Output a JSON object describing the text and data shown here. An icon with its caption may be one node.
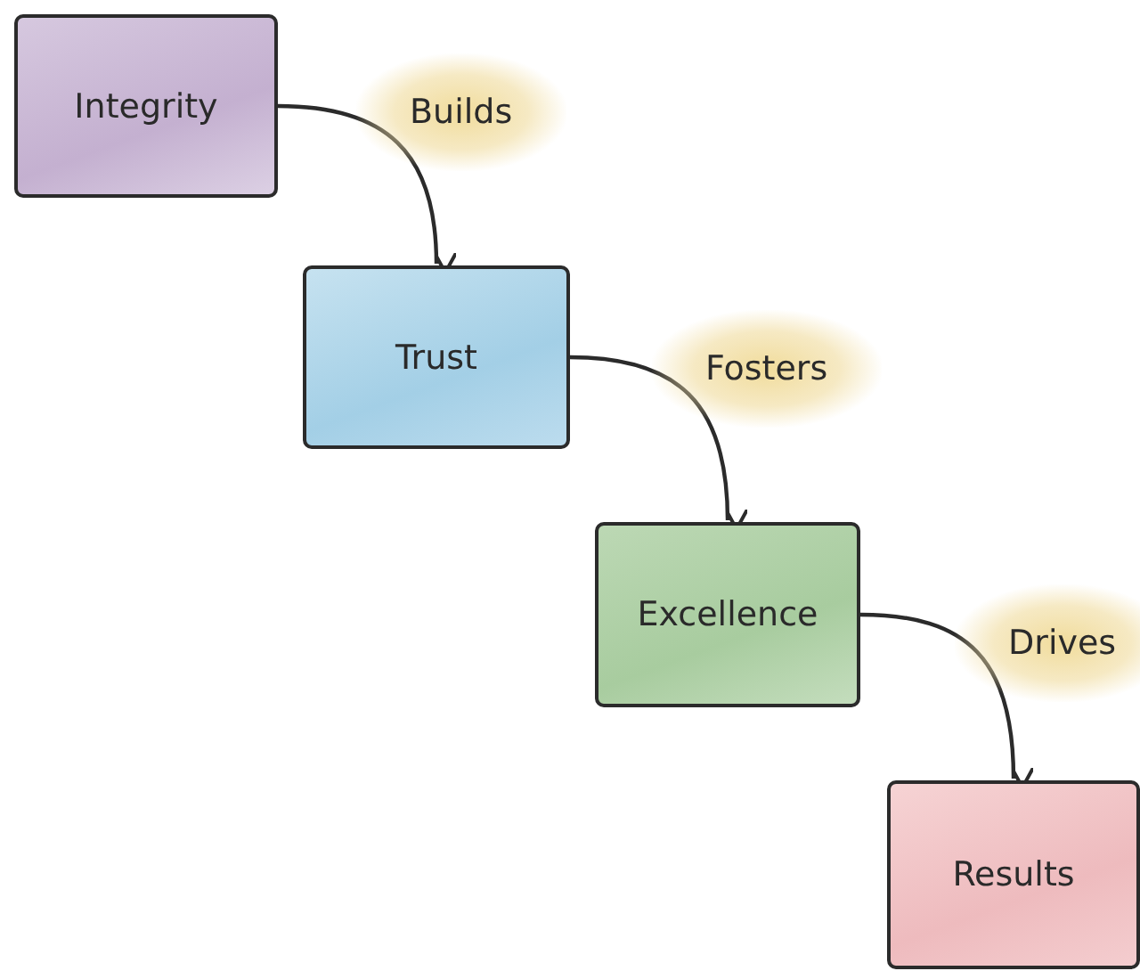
{
  "diagram": {
    "nodes": [
      {
        "text": [
          "Integrity"
        ]
      },
      {
        "text": [
          "Trust"
        ]
      },
      {
        "text": [
          "Excellence"
        ]
      },
      {
        "text": [
          "Results"
        ]
      }
    ],
    "edges": [
      {
        "from": 0,
        "to": 1,
        "arrow": "to",
        "label": "Builds"
      },
      {
        "from": 1,
        "to": 2,
        "arrow": "to",
        "label": "Fosters"
      },
      {
        "from": 2,
        "to": 3,
        "arrow": "to",
        "label": "Drives"
      }
    ]
  }
}
